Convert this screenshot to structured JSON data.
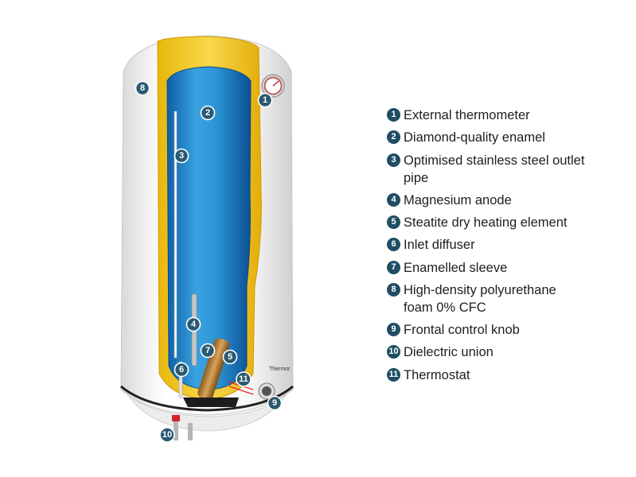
{
  "diagram": {
    "brand_label": "Thermor",
    "callouts": [
      "1",
      "2",
      "3",
      "4",
      "5",
      "6",
      "7",
      "8",
      "9",
      "10",
      "11"
    ]
  },
  "legend": {
    "items": [
      {
        "number": "1",
        "label": "External thermometer"
      },
      {
        "number": "2",
        "label": "Diamond-quality enamel"
      },
      {
        "number": "3",
        "label": "Optimised stainless steel outlet pipe"
      },
      {
        "number": "4",
        "label": "Magnesium anode"
      },
      {
        "number": "5",
        "label": "Steatite dry heating element"
      },
      {
        "number": "6",
        "label": "Inlet diffuser"
      },
      {
        "number": "7",
        "label": "Enamelled sleeve"
      },
      {
        "number": "8",
        "label": "High-density polyurethane foam 0% CFC"
      },
      {
        "number": "9",
        "label": "Frontal control knob"
      },
      {
        "number": "10",
        "label": "Dielectric union"
      },
      {
        "number": "11",
        "label": "Thermostat"
      }
    ]
  },
  "colors": {
    "callout": "#2a5a72",
    "tank_blue": "#1f8cd0",
    "insulation_yellow": "#f2c91c",
    "casing": "#f4f4f4"
  }
}
